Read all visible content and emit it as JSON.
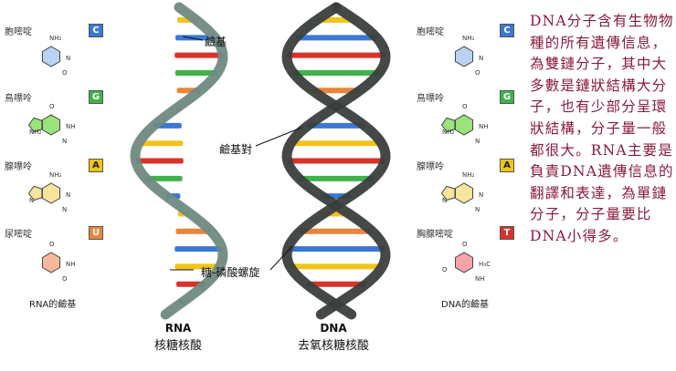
{
  "rna_bases": [
    {
      "name": "胞嘧啶",
      "letter": "C",
      "color": "#3a78d4",
      "atoms": [
        "NH₂",
        "N",
        "O"
      ],
      "fill": "#b8d4f2"
    },
    {
      "name": "鳥嘌呤",
      "letter": "G",
      "color": "#3fb34a",
      "atoms": [
        "O",
        "NH",
        "N",
        "NH₂"
      ],
      "fill": "#9be37b"
    },
    {
      "name": "腺嘌呤",
      "letter": "A",
      "color": "#f0c419",
      "atoms": [
        "NH₂",
        "N",
        "N",
        "N"
      ],
      "fill": "#f6e59a"
    },
    {
      "name": "尿嘧啶",
      "letter": "U",
      "color": "#e8863a",
      "atoms": [
        "O",
        "NH",
        "O"
      ],
      "fill": "#f4b89a"
    }
  ],
  "dna_bases": [
    {
      "name": "胞嘧啶",
      "letter": "C",
      "color": "#3a78d4",
      "atoms": [
        "NH₂",
        "N",
        "O"
      ],
      "fill": "#b8d4f2"
    },
    {
      "name": "鳥嘌呤",
      "letter": "G",
      "color": "#3fb34a",
      "atoms": [
        "O",
        "NH",
        "N",
        "NH₂"
      ],
      "fill": "#9be37b"
    },
    {
      "name": "腺嘌呤",
      "letter": "A",
      "color": "#f0c419",
      "atoms": [
        "NH₂",
        "N",
        "N",
        "N"
      ],
      "fill": "#f6e59a"
    },
    {
      "name": "胸腺嘧啶",
      "letter": "T",
      "color": "#d9322b",
      "atoms": [
        "O",
        "H₃C",
        "NH",
        "O"
      ],
      "fill": "#f4a4a4"
    }
  ],
  "rna_caption": "RNA的鹼基",
  "dna_caption": "DNA的鹼基",
  "labels": {
    "base": "鹼基",
    "base_pair": "鹼基對",
    "backbone": "糖-磷酸螺旋"
  },
  "rna_title_en": "RNA",
  "rna_title_zh": "核糖核酸",
  "dna_title_en": "DNA",
  "dna_title_zh": "去氧核糖核酸",
  "side_text": "DNA分子含有生物物種的所有遺傳信息，為雙鏈分子，其中大多數是鏈狀結構大分子，也有少部分呈環狀結構，分子量一般都很大。RNA主要是負責DNA遺傳信息的翻譯和表達，為單鏈分子，分子量要比DNA小得多。",
  "colors": {
    "rna_backbone": "#6f8a82",
    "dna_backbone": "#3a3f3d",
    "text_accent": "#8b1a3a"
  }
}
